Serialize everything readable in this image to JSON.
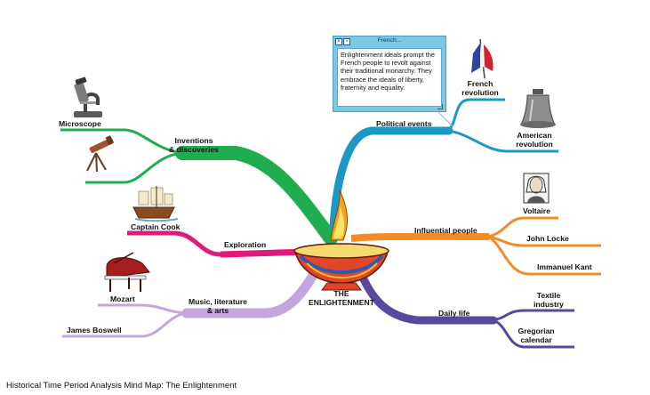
{
  "center": {
    "line1": "THE",
    "line2": "ENLIGHTENMENT"
  },
  "branches": {
    "inventions": {
      "label_line1": "Inventions",
      "label_line2": "& discoveries",
      "color": "#1fad4f"
    },
    "microscope": {
      "label": "Microscope"
    },
    "exploration": {
      "label": "Exploration",
      "color": "#df1a7a"
    },
    "captain_cook": {
      "label": "Captain Cook"
    },
    "music": {
      "label_line1": "Music, literature",
      "label_line2": "& arts",
      "color": "#c3a6dd"
    },
    "mozart": {
      "label": "Mozart"
    },
    "james_boswell": {
      "label": "James Boswell"
    },
    "political": {
      "label": "Political events",
      "color": "#1a99c7"
    },
    "french_rev": {
      "label_line1": "French",
      "label_line2": "revolution"
    },
    "american_rev": {
      "label_line1": "American",
      "label_line2": "revolution"
    },
    "influential": {
      "label": "Influential people",
      "color": "#f28c2a"
    },
    "voltaire": {
      "label": "Voltaire"
    },
    "john_locke": {
      "label": "John Locke"
    },
    "immanuel_kant": {
      "label": "Immanuel Kant"
    },
    "daily_life": {
      "label": "Daily life",
      "color": "#574a9e"
    },
    "textile": {
      "label_line1": "Textile",
      "label_line2": "industry"
    },
    "gregorian": {
      "label_line1": "Gregorian",
      "label_line2": "calendar"
    }
  },
  "note": {
    "title": "French...",
    "text": "Enlightenment ideals prompt the French people to revolt against their traditional monarchy. They embrace the ideals of liberty, fraternity and equality."
  },
  "caption": "Historical Time Period Analysis Mind Map: The Enlightenment",
  "icons": [
    "microscope-icon",
    "telescope-icon",
    "ship-icon",
    "piano-icon",
    "flag-icon",
    "liberty-bell-icon",
    "voltaire-portrait-icon",
    "oil-lamp-icon"
  ]
}
